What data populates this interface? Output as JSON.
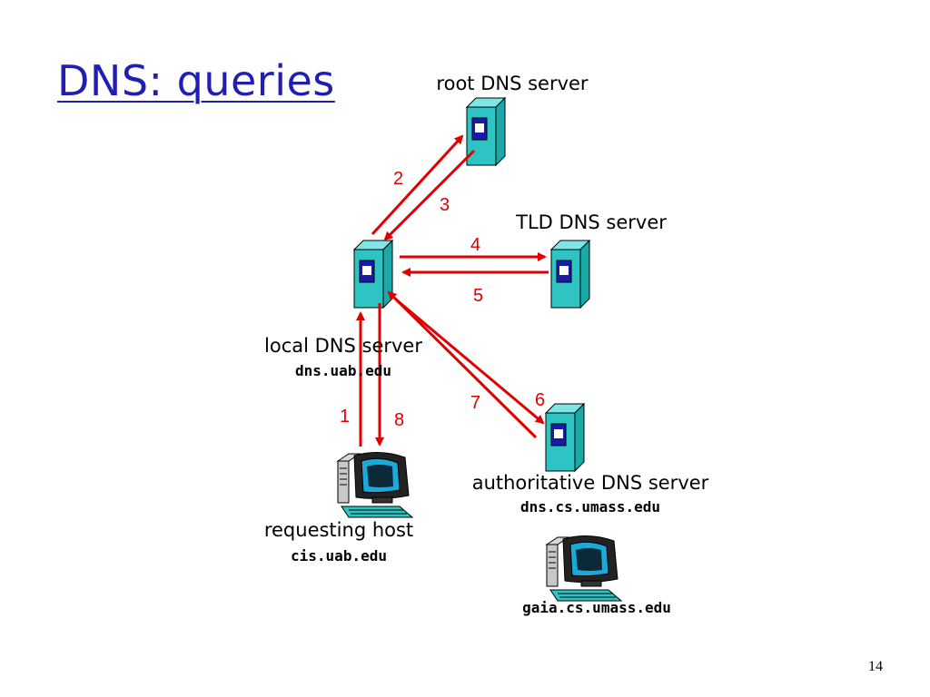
{
  "slide": {
    "title": "DNS: queries",
    "page_number": "14"
  },
  "nodes": {
    "root": {
      "label": "root DNS server"
    },
    "tld": {
      "label": "TLD DNS server"
    },
    "local": {
      "label": "local DNS server",
      "hostname": "dns.uab.edu"
    },
    "authoritative": {
      "label": "authoritative DNS server",
      "hostname": "dns.cs.umass.edu"
    },
    "requesting": {
      "label": "requesting host",
      "hostname": "cis.uab.edu"
    },
    "target": {
      "hostname": "gaia.cs.umass.edu"
    }
  },
  "steps": [
    "1",
    "2",
    "3",
    "4",
    "5",
    "6",
    "7",
    "8"
  ],
  "colors": {
    "title": "#1f1fb4",
    "arrow": "#e00000",
    "server": "#2ec4c4",
    "server_slot": "#1a1aa8"
  },
  "icons": {
    "server": "server-tower-icon",
    "host": "desktop-computer-icon"
  }
}
